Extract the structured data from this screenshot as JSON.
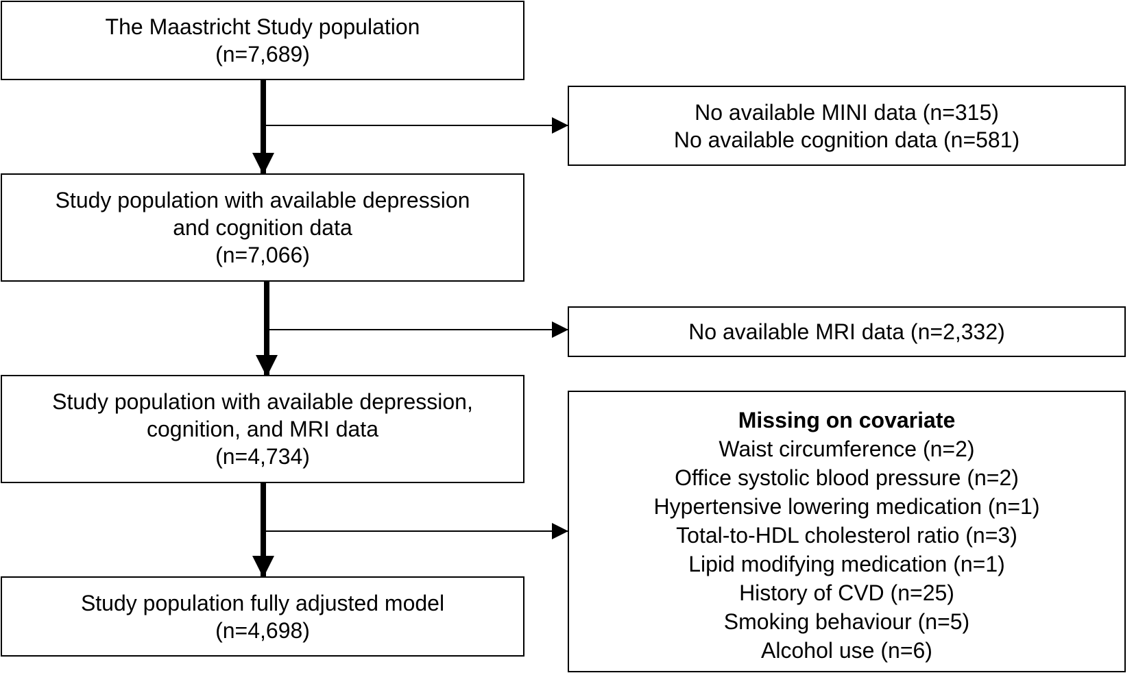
{
  "flowchart": {
    "main_boxes": [
      {
        "lines": [
          "The Maastricht Study population",
          "(n=7,689)"
        ]
      },
      {
        "lines": [
          "Study population with available depression",
          "and cognition data",
          "(n=7,066)"
        ]
      },
      {
        "lines": [
          "Study population with available depression,",
          "cognition, and MRI data",
          "(n=4,734)"
        ]
      },
      {
        "lines": [
          "Study population fully adjusted model",
          "(n=4,698)"
        ]
      }
    ],
    "exclusion_boxes": [
      {
        "lines": [
          "No available MINI data (n=315)",
          "No available cognition data (n=581)"
        ]
      },
      {
        "lines": [
          "No available MRI data (n=2,332)"
        ]
      },
      {
        "heading": "Missing on covariate",
        "lines": [
          "Waist circumference (n=2)",
          "Office systolic blood pressure (n=2)",
          "Hypertensive lowering medication (n=1)",
          "Total-to-HDL cholesterol ratio (n=3)",
          "Lipid modifying medication (n=1)",
          "History of CVD (n=25)",
          "Smoking behaviour (n=5)",
          "Alcohol use (n=6)"
        ]
      }
    ]
  }
}
